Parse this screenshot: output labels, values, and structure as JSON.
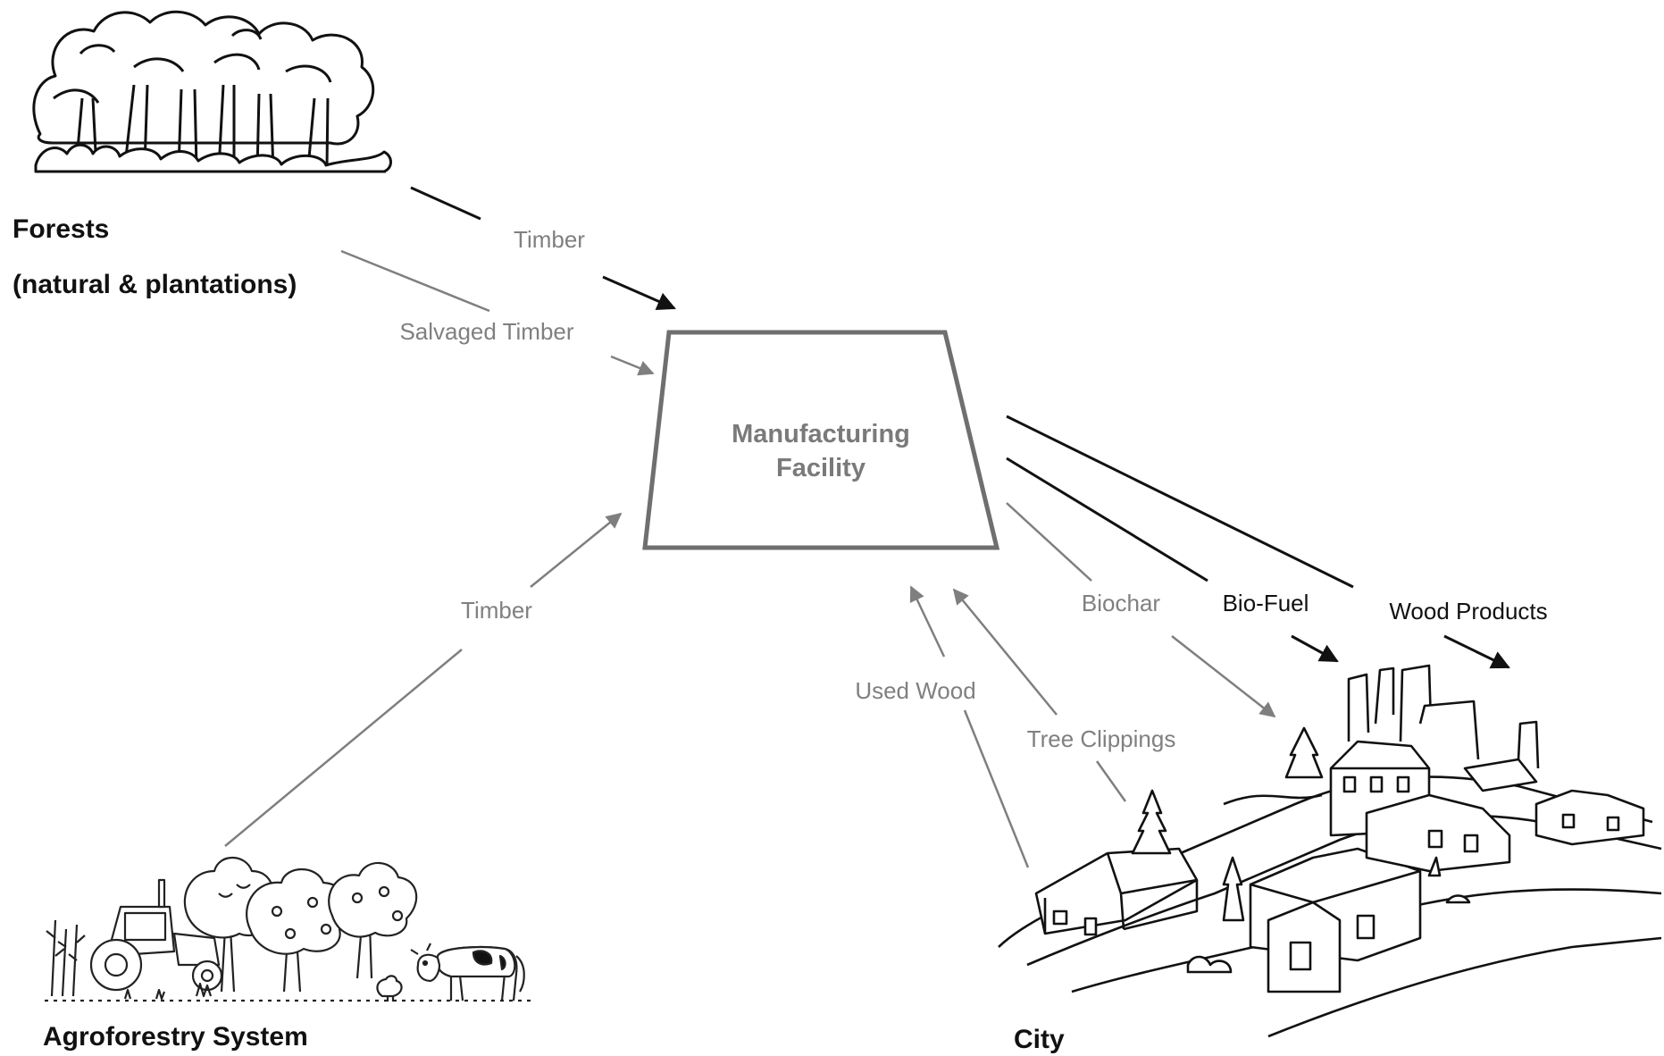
{
  "nodes": {
    "forests": {
      "title": "Forests",
      "subtitle": "(natural & plantations)"
    },
    "agroforestry": {
      "title": "Agroforestry System"
    },
    "city": {
      "title": "City"
    },
    "facility": {
      "line1": "Manufacturing",
      "line2": "Facility"
    }
  },
  "flows": {
    "forest_timber": "Timber",
    "salvaged_timber": "Salvaged Timber",
    "agro_timber": "Timber",
    "used_wood": "Used Wood",
    "tree_clippings": "Tree Clippings",
    "biochar": "Biochar",
    "bio_fuel": "Bio-Fuel",
    "wood_products": "Wood Products"
  },
  "icons": [
    "forest-illustration",
    "agroforestry-illustration",
    "city-illustration"
  ],
  "colors": {
    "black_arrow": "#111111",
    "grey_arrow": "#7f7f7f",
    "facility_stroke": "#6f6f6f"
  }
}
